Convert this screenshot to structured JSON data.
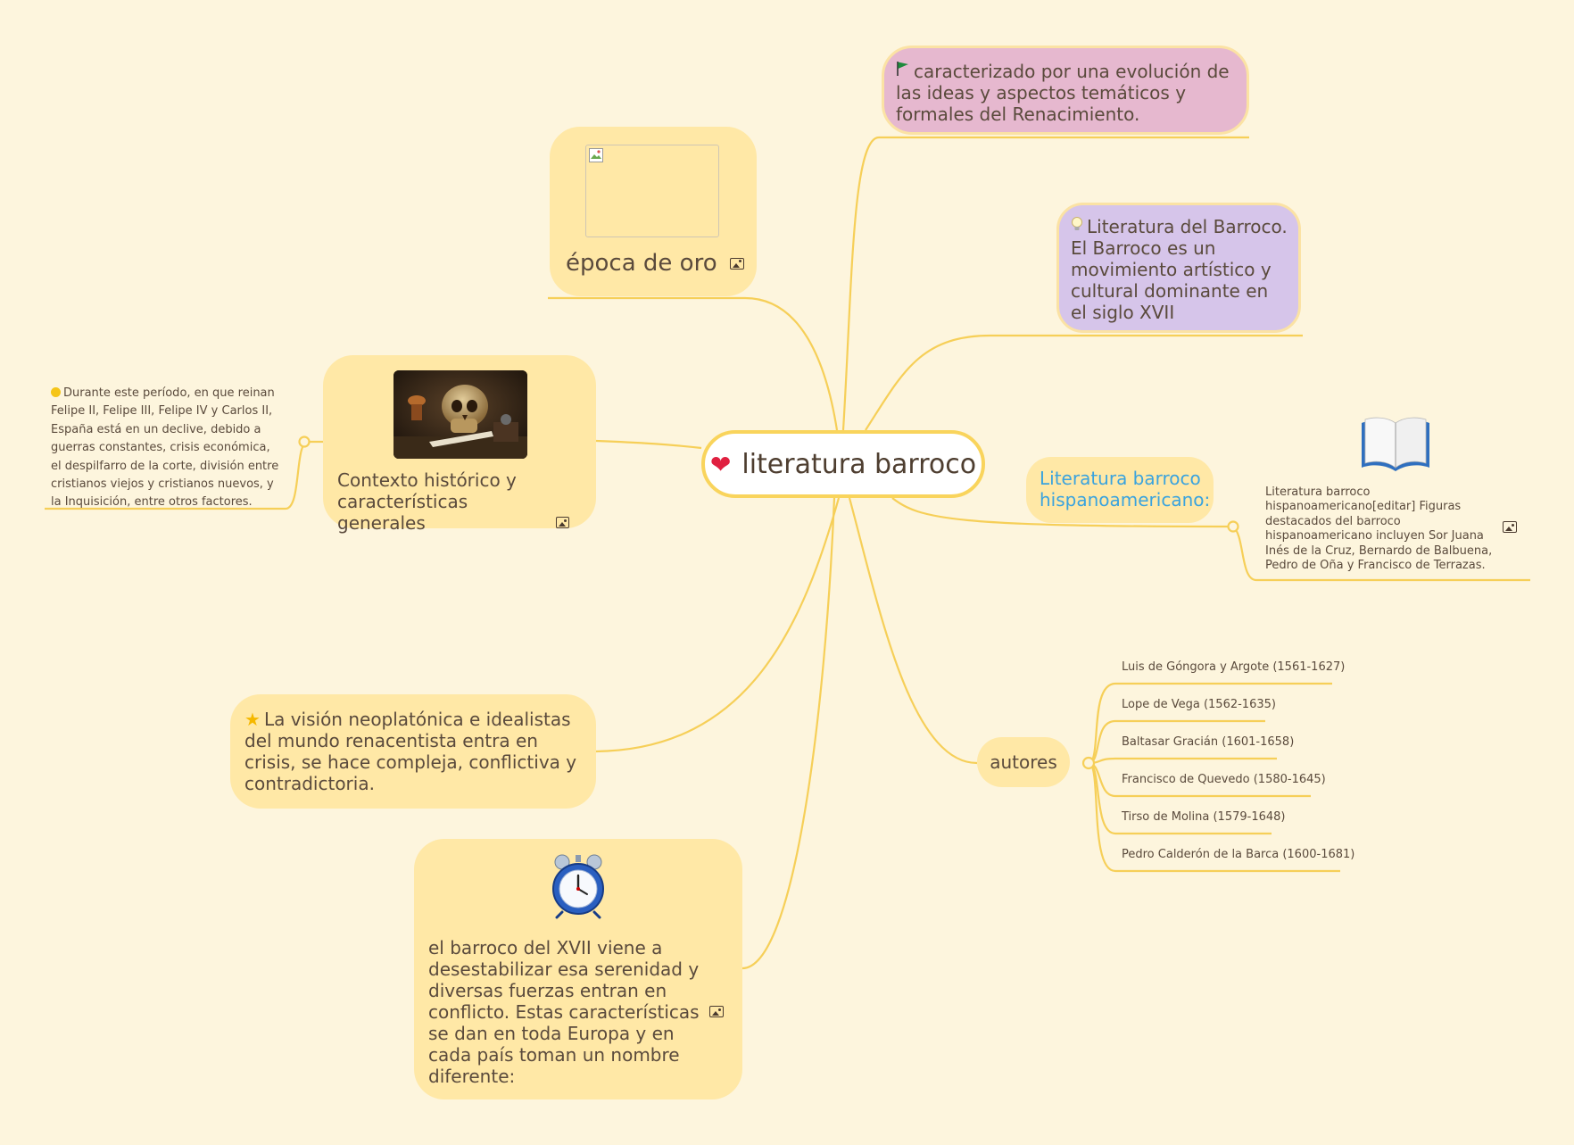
{
  "central": {
    "label": "literatura barroco",
    "icon": "heart-icon"
  },
  "nodes": {
    "epoca": {
      "label": "época de oro",
      "image": "broken-image",
      "attachment_icon": "image-icon"
    },
    "caracterizado": {
      "text": "caracterizado por una evolución de las ideas y aspectos temáticos y formales del Renacimiento.",
      "icon": "flag-icon"
    },
    "literatura_barroco": {
      "text": "Literatura del Barroco. El Barroco es un movimiento artístico y cultural dominante en el siglo XVII",
      "icon": "lightbulb-icon"
    },
    "contexto": {
      "label": "Contexto histórico y características generales",
      "image": "skull-still-life",
      "attachment_icon": "image-icon",
      "note": "Durante este período, en que reinan Felipe II, Felipe III, Felipe IV y Carlos II, España está en un declive, debido a guerras constantes, crisis económica, el despilfarro de la corte, división entre cristianos viejos y cristianos nuevos, y la Inquisición, entre otros factores.",
      "note_icon": "smile-icon"
    },
    "hispano": {
      "label": "Literatura barroco hispanoamericano:",
      "note": "Literatura barroco hispanoamericano[editar] Figuras destacados del barroco hispanoamericano incluyen Sor Juana Inés de la Cruz, Bernardo de Balbuena, Pedro de Oña y Francisco de Terrazas.",
      "note_image": "book-icon",
      "attachment_icon": "image-icon"
    },
    "vision": {
      "text": "La visión neoplatónica e idealistas del mundo renacentista entra en crisis, se hace compleja, conflictiva y contradictoria.",
      "icon": "star-icon"
    },
    "barroco_xvii": {
      "text": "el barroco del XVII viene a desestabilizar esa serenidad y diversas fuerzas entran en conflicto. Estas características se dan en toda Europa y en cada país toman un nombre diferente:",
      "image": "alarm-clock-icon",
      "attachment_icon": "image-icon"
    },
    "autores": {
      "label": "autores",
      "items": [
        "Luis de Góngora y Argote (1561-1627)",
        "Lope de Vega (1562-1635)",
        "Baltasar Gracián (1601-1658)",
        "Francisco de Quevedo (1580-1645)",
        "Tirso de Molina (1579-1648)",
        "Pedro Calderón de la Barca (1600-1681)"
      ]
    }
  },
  "colors": {
    "background": "#fdf5dd",
    "link": "#f6cf58",
    "bubble": "#ffe8a6",
    "pink_bubble": "#e6b8cf",
    "purple_bubble": "#d6c5ea",
    "link_text": "#3aa3de"
  }
}
